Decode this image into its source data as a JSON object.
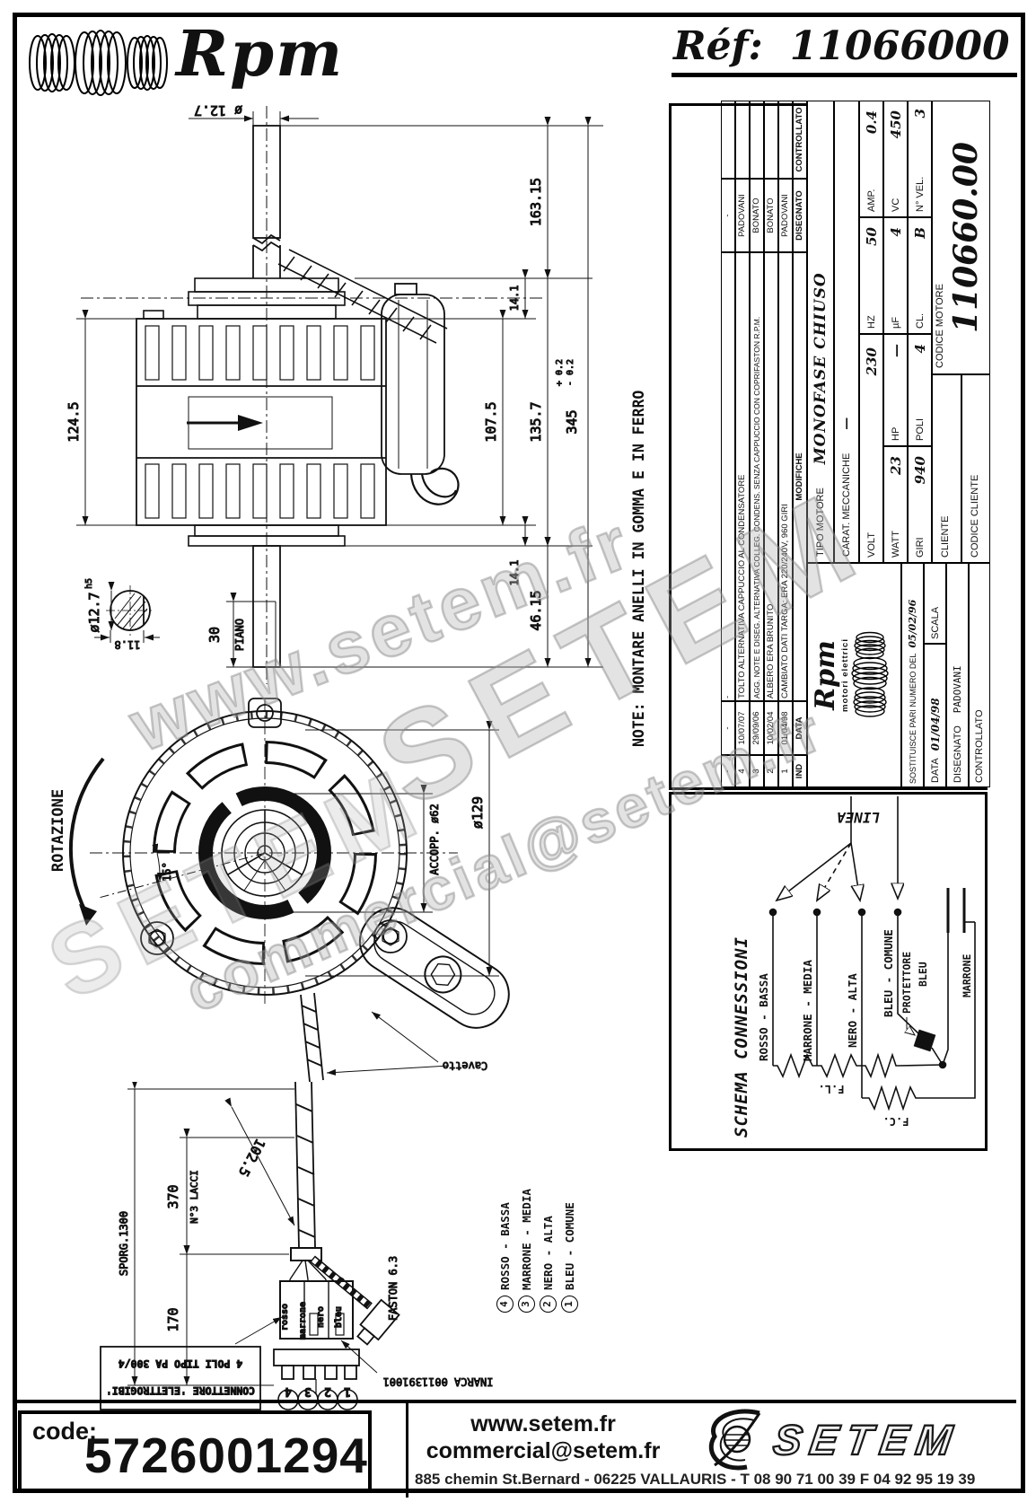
{
  "header": {
    "ref_label": "Réf:",
    "ref_value": "11066000"
  },
  "brand": {
    "name": "Rpm",
    "tagline": "motori elettrici"
  },
  "note": "NOTE: MONTARE ANELLI IN GOMMA E IN FERRO",
  "sv": {
    "dia_top": "ø 12.7",
    "d163": "163.15",
    "d14a": "14.1",
    "d107": "107.5",
    "d135": "135.7",
    "d345": "345",
    "tol_p": "+ 0.2",
    "tol_m": "- 0.2",
    "d46": "46.15",
    "d14b": "14.1",
    "d124": "124.5",
    "sec_dia": "ø12.7",
    "sec_tol": "h5",
    "sec_w": "11.8",
    "flat_len": "30",
    "flat": "PIANO"
  },
  "fv": {
    "rotazione": "ROTAZIONE",
    "angle": "15°",
    "accopp": "ACCOPP. ø62",
    "dia": "ø129",
    "cavetto": "Cavetto"
  },
  "cable": {
    "sporg": "SPORG.1300",
    "d370": "370",
    "lacci": "N°3 LACCI",
    "d170": "170",
    "d102": "102.5",
    "faston": "FASTON 6.3",
    "w1": "rosso",
    "w2": "marrone",
    "w3": "nero",
    "w4": "bleu",
    "n1": "4",
    "n2": "3",
    "n3": "2",
    "n4": "1",
    "conn1": "CONNETTORE 'ELETTROGIBI'",
    "conn2": "4 POLI TIPO PA 300/4",
    "inarca": "INARCA 0011391001"
  },
  "legend": {
    "items": [
      {
        "num": "4",
        "label": "ROSSO - BASSA"
      },
      {
        "num": "3",
        "label": "MARRONE - MEDIA"
      },
      {
        "num": "2",
        "label": "NERO - ALTA"
      },
      {
        "num": "1",
        "label": "BLEU - COMUNE"
      }
    ]
  },
  "tb": {
    "rev": {
      "headers": [
        "IND",
        "DATA",
        "MODIFICHE",
        "DISEGNATO",
        "CONTROLLATO"
      ],
      "rows": [
        [
          "-",
          "-",
          "-",
          "-",
          ""
        ],
        [
          "4",
          "10/07/07",
          "TOLTO ALTERNATIVA CAPPUCCIO AL CONDENSATORE",
          "PADOVANI",
          ""
        ],
        [
          "3",
          "29/09/06",
          "AGG. NOTE E DISEG. ALTERNATIVA COLLEG. CONDENS. SENZA CAPPUCCIO CON COPRIFASTON R.P.M.",
          "BONATO",
          ""
        ],
        [
          "2",
          "10/02/04",
          "ALBERO ERA BRUNITO",
          "BONATO",
          ""
        ],
        [
          "1",
          "01/04/98",
          "CAMBIATO DATI TARGA: ERA 220/240V, 960 GIRI",
          "PADOVANI",
          ""
        ]
      ]
    },
    "tipo_label": "TIPO MOTORE",
    "tipo_value": "MONOFASE CHIUSO",
    "carat_label": "CARAT. MECCANICHE",
    "carat_value": "—",
    "elec": {
      "r1": [
        "VOLT",
        "230",
        "HZ",
        "50",
        "AMP.",
        "0.4"
      ],
      "r2": [
        "WATT",
        "23",
        "HP",
        "—",
        "µF",
        "4",
        "VC",
        "450"
      ],
      "r3": [
        "GIRI",
        "940",
        "POLI",
        "4",
        "CL.",
        "B",
        "N° VEL.",
        "3"
      ]
    },
    "cliente": "CLIENTE",
    "cod_cliente": "CODICE CLIENTE",
    "cod_motore_label": "CODICE MOTORE",
    "cod_motore": "110660.00",
    "sost": "SOSTITUISCE PARI NUMERO DEL",
    "sost_date": "05/02/96",
    "data_label": "DATA",
    "data_value": "01/04/98",
    "scala": "SCALA",
    "dis_label": "DISEGNATO",
    "dis_value": "PADOVANI",
    "ctrl_label": "CONTROLLATO",
    "logo_name": "Rpm",
    "logo_tagline": "motori elettrici"
  },
  "schema": {
    "title": "SCHEMA CONNESSIONI",
    "linea": "LINEA",
    "w1": "ROSSO - BASSA",
    "w2": "MARRONE - MEDIA",
    "w3": "NERO - ALTA",
    "w4": "BLEU - COMUNE",
    "prot": "PROTETTORE",
    "bleu": "BLEU",
    "marrone": "MARRONE",
    "fl": "F.L.",
    "fc": "F.C."
  },
  "wm": {
    "w1": "www.setem.fr",
    "w2": "SETEM",
    "w3": "commercial@setem.fr",
    "w4": "SETEM"
  },
  "footer": {
    "code_label": "code:",
    "code_value": "5726001294",
    "site": "www.setem.fr",
    "email": "commercial@setem.fr",
    "address": "885 chemin St.Bernard  -  06225 VALLAURIS  -  T 08 90 71 00 39   F 04 92 95 19 39",
    "brand": "SETEM"
  }
}
